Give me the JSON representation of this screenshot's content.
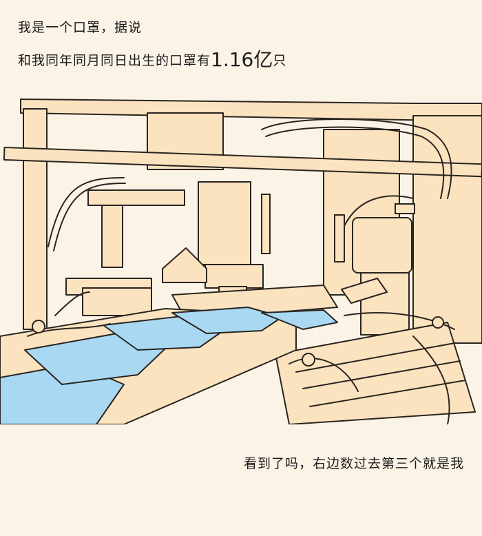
{
  "intro": {
    "line1": "我是一个口罩，据说",
    "line2_prefix": "和我同年同月同日出生的口罩有",
    "line2_number": "1.16亿",
    "line2_suffix": "只"
  },
  "illustration": {
    "subject": "mask-production-machine",
    "colors": {
      "machine_fill": "#fbe3c0",
      "outline": "#2a2420",
      "mask_blue": "#a8d8f2",
      "background": "#fcf3e7"
    }
  },
  "outro": {
    "text": "看到了吗，右边数过去第三个就是我"
  }
}
